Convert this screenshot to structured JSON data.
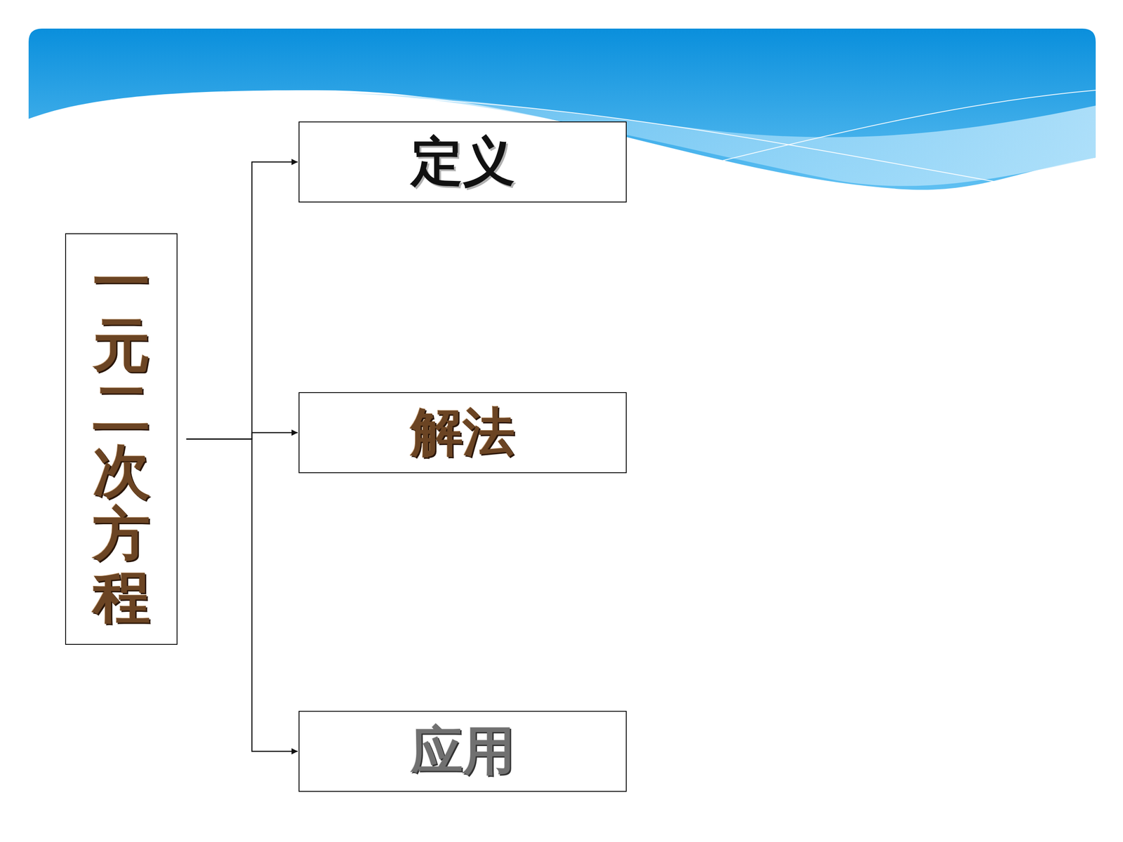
{
  "diagram": {
    "nodes": [
      {
        "text": [
          "一元二次方程"
        ]
      },
      {
        "text": [
          "定义"
        ]
      },
      {
        "text": [
          "解法"
        ]
      },
      {
        "text": [
          "应用"
        ]
      }
    ],
    "edges": [
      {
        "from": 0,
        "to": 1,
        "arrow": "to"
      },
      {
        "from": 0,
        "to": 2,
        "arrow": "to"
      },
      {
        "from": 0,
        "to": 3,
        "arrow": "to"
      }
    ]
  }
}
